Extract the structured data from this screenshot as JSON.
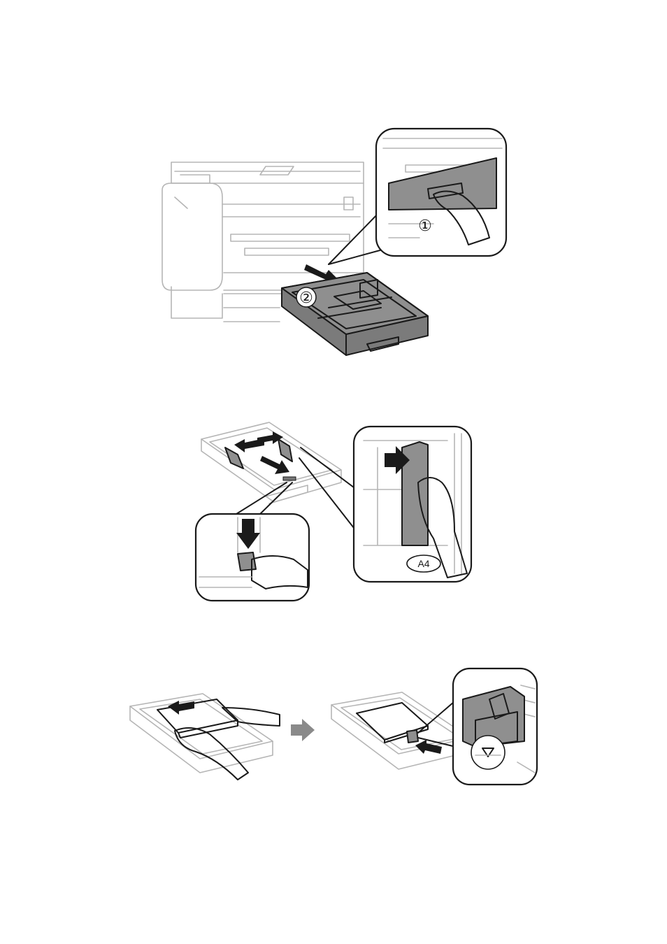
{
  "steps": {
    "step1": {
      "callout_number": "①",
      "tray_number": "②"
    },
    "step2": {
      "paper_size_label": "A4"
    },
    "step3": {
      "flow_arrow_icon": "arrow-right-icon"
    }
  },
  "colors": {
    "line": "#b5b5b5",
    "ink": "#1a1a1a",
    "part": "#7b7b7b",
    "arrow": "#8a8a8a"
  }
}
